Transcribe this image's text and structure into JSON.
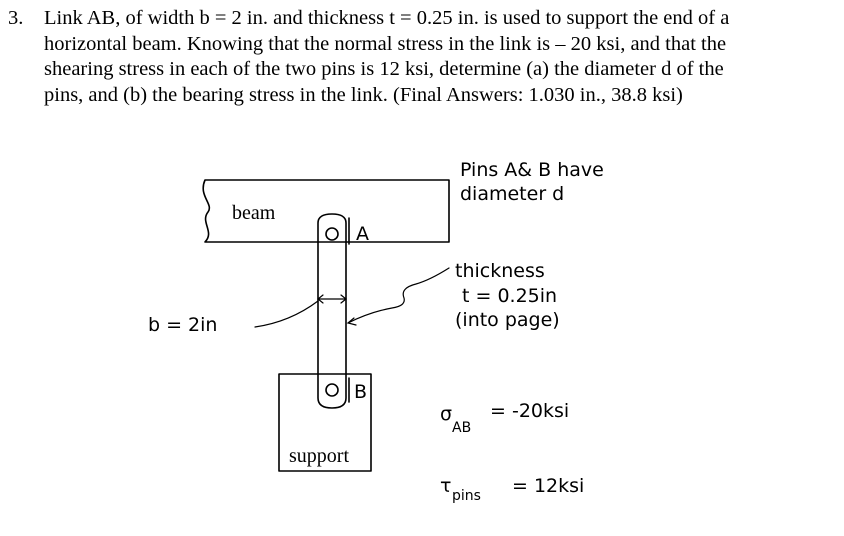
{
  "problem": {
    "number": "3.",
    "text": "Link AB, of width b = 2 in. and thickness t = 0.25 in. is used to support the end of a\nhorizontal beam.  Knowing that the normal stress in the link is  – 20 ksi, and that the\nshearing stress in each of the two pins is 12 ksi, determine  (a) the diameter d of the\npins, and (b) the bearing stress in the link.  (Final Answers:  1.030 in.,  38.8 ksi)"
  },
  "figure": {
    "beam_label": "beam",
    "support_label": "support",
    "pin_a_label": "A",
    "pin_b_label": "B",
    "width_label": "b = 2in",
    "pins_note_line1": "Pins A& B have",
    "pins_note_line2": "diameter d",
    "thickness_line1": "thickness",
    "thickness_line2": "t = 0.25in",
    "thickness_line3": "(into page)",
    "sigma_symbol": "σ",
    "sigma_subscript": "AB",
    "sigma_value": "=  -20ksi",
    "tau_symbol": "τ",
    "tau_subscript": "pins",
    "tau_value": "= 12ksi"
  }
}
